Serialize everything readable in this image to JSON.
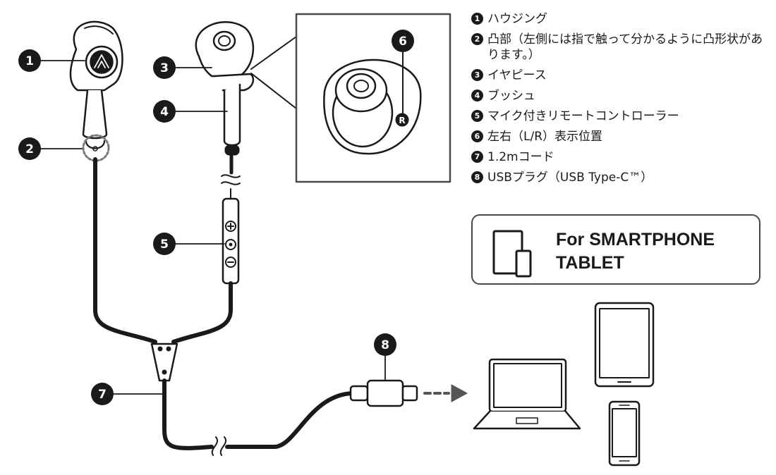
{
  "diagram": {
    "callouts": [
      "1",
      "2",
      "3",
      "4",
      "5",
      "6",
      "7",
      "8"
    ],
    "detail_marker_letter": "R",
    "remote_buttons": {
      "plus": "+",
      "center": "○",
      "minus": "−"
    }
  },
  "legend": {
    "items": [
      {
        "number": "1",
        "text": "ハウジング"
      },
      {
        "number": "2",
        "text": "凸部（左側には指で触って分かるように凸形状があります。）"
      },
      {
        "number": "3",
        "text": "イヤピース"
      },
      {
        "number": "4",
        "text": "ブッシュ"
      },
      {
        "number": "5",
        "text": "マイク付きリモートコントローラー"
      },
      {
        "number": "6",
        "text": "左右（L/R）表示位置"
      },
      {
        "number": "7",
        "text": "1.2mコード"
      },
      {
        "number": "8",
        "text": "USBプラグ（USB Type-C™）"
      }
    ]
  },
  "device_box": {
    "line1": "For SMARTPHONE",
    "line2": "TABLET",
    "icon": "tablet-phone-icon"
  },
  "colors": {
    "ink": "#1a1a1a",
    "frame": "#4a4a4a",
    "arrow": "#555555",
    "dotted_highlight": "#777777"
  }
}
